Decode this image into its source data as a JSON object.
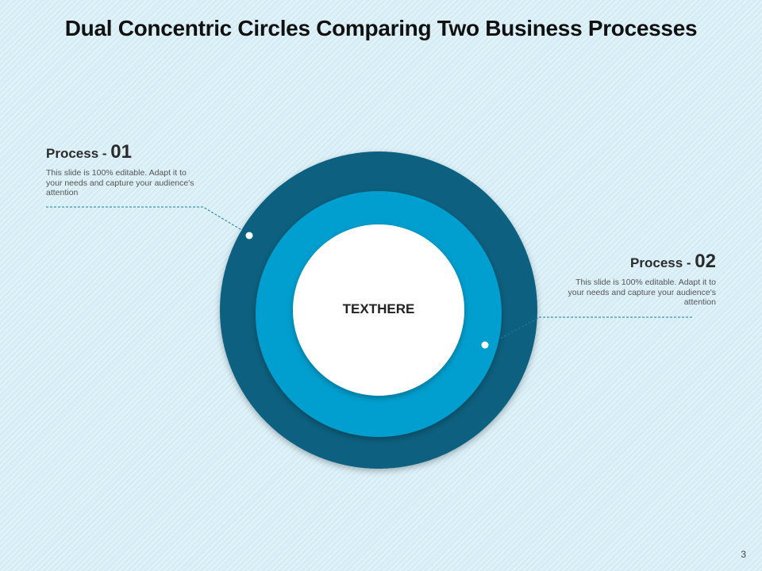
{
  "title": "Dual Concentric Circles Comparing Two Business Processes",
  "center_text": "TEXTHERE",
  "processes": [
    {
      "label": "Process - ",
      "number": "01",
      "body": "This slide is 100% editable. Adapt it to your needs and capture your audience's attention"
    },
    {
      "label": "Process - ",
      "number": "02",
      "body": "This slide is 100% editable. Adapt it to your needs and capture your audience's attention"
    }
  ],
  "page_number": "3",
  "colors": {
    "outer_ring": "#07607f",
    "inner_ring": "#049fcf",
    "center": "#ffffff",
    "leader_line": "#1a7fa0",
    "background": "#d6edf6"
  }
}
